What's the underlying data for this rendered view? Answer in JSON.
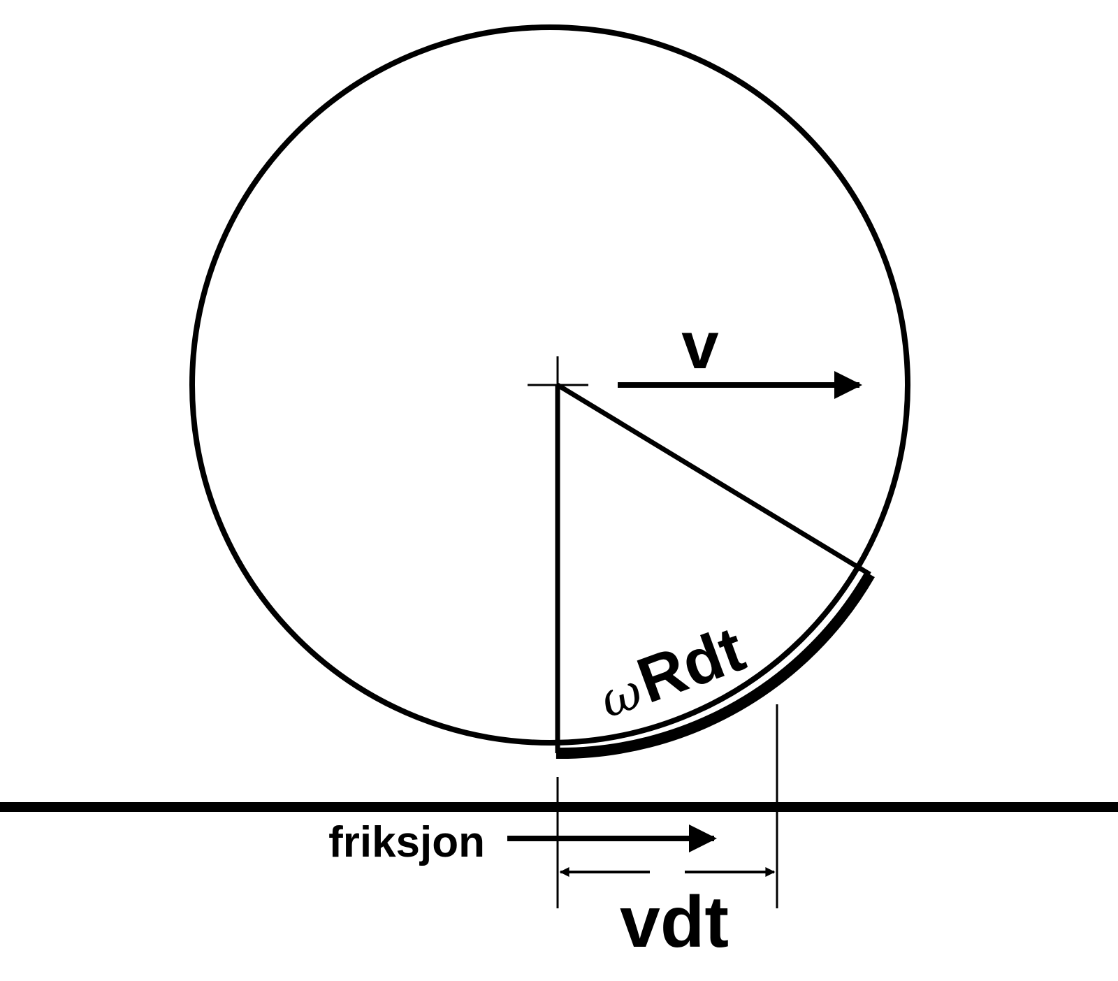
{
  "diagram": {
    "labels": {
      "velocity": "v",
      "arc_omega": "ω",
      "arc_rest": "Rdt",
      "friction": "friksjon",
      "distance": "vdt"
    },
    "colors": {
      "stroke": "#000000",
      "background": "#ffffff"
    }
  }
}
